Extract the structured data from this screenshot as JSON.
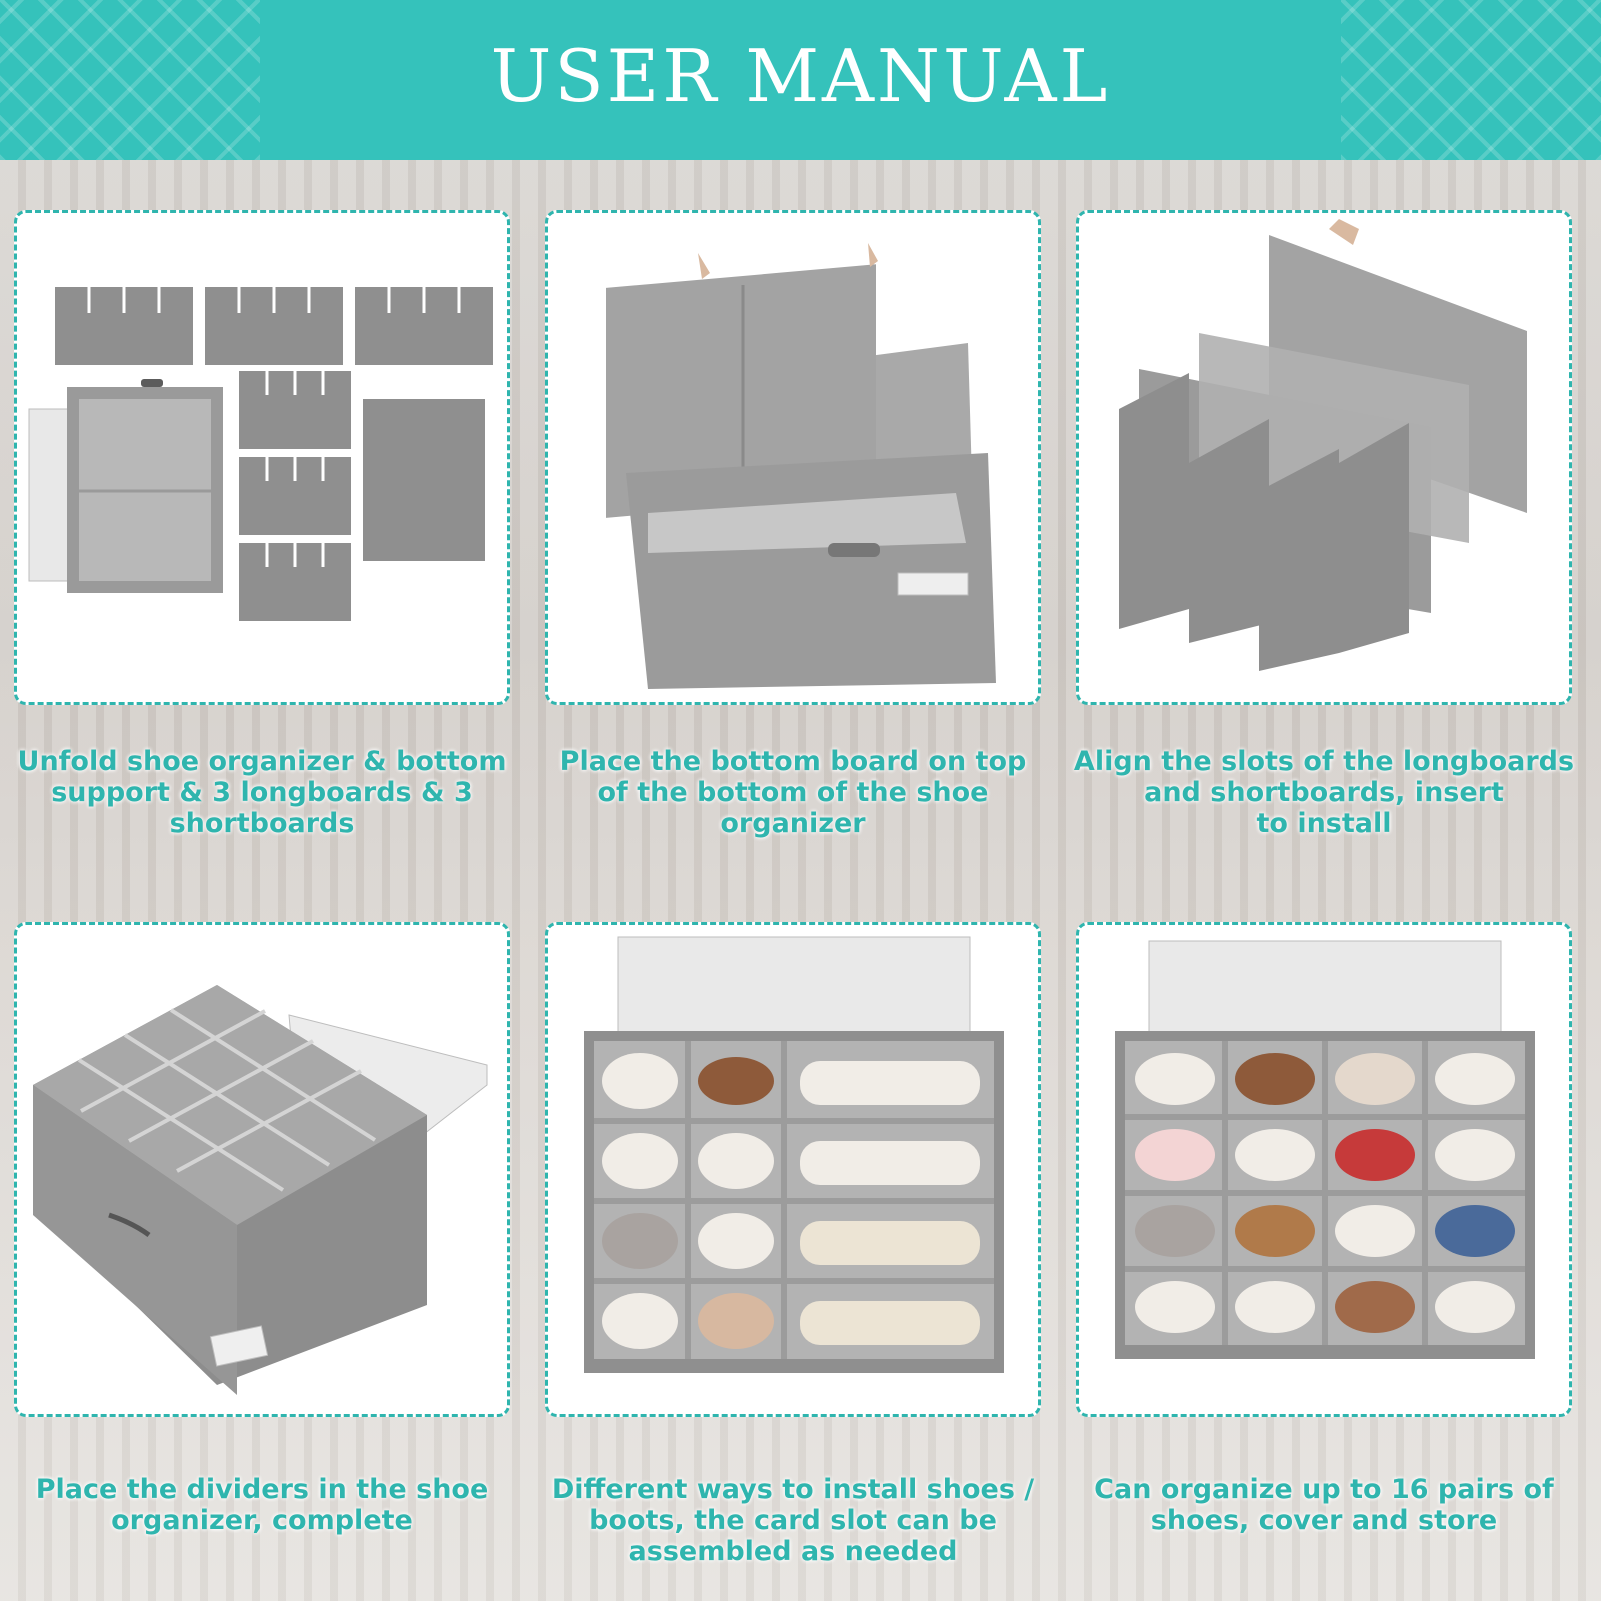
{
  "header": {
    "title": "USER MANUAL",
    "bg_color": "#35c2bb",
    "accent_color": "#2fb5ae"
  },
  "steps": [
    {
      "lines": [
        "Unfold shoe organizer & bottom",
        "support & 3 longboards & 3",
        "shortboards"
      ]
    },
    {
      "lines": [
        "Place the bottom board on top",
        "of the bottom of the shoe",
        "organizer"
      ]
    },
    {
      "lines": [
        "Align the slots of the longboards",
        "and shortboards, insert",
        "to install"
      ]
    },
    {
      "lines": [
        "Place the dividers in the shoe",
        "organizer, complete"
      ]
    },
    {
      "lines": [
        "Different ways to install shoes /",
        "boots, the card slot can be",
        "assembled as needed"
      ]
    },
    {
      "lines": [
        "Can organize up to 16 pairs of",
        "shoes, cover and store"
      ]
    }
  ]
}
